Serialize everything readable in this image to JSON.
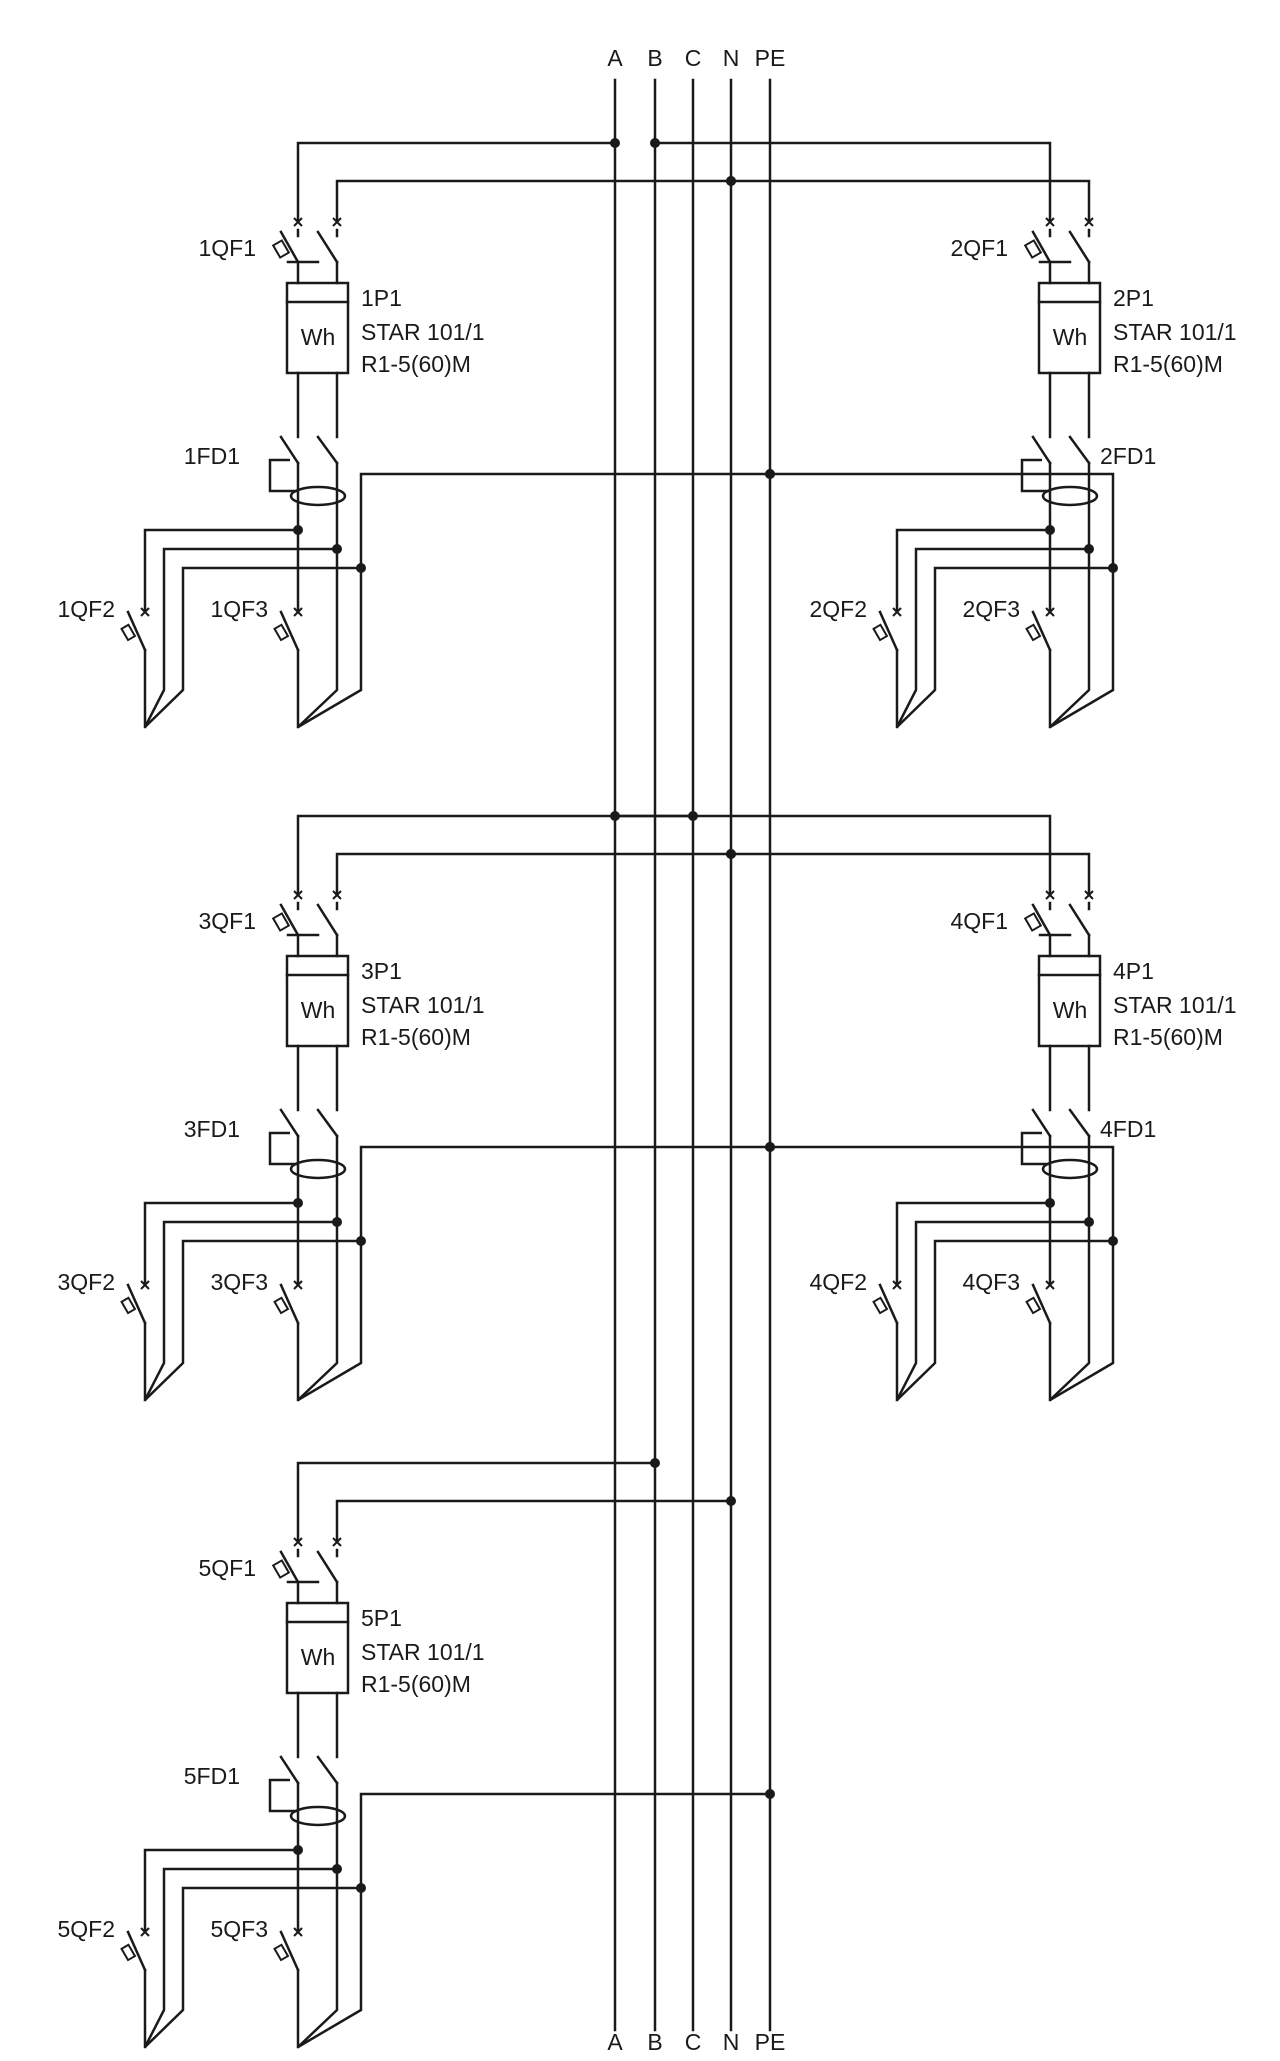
{
  "buses": [
    {
      "id": "A",
      "label": "A"
    },
    {
      "id": "B",
      "label": "B"
    },
    {
      "id": "C",
      "label": "C"
    },
    {
      "id": "N",
      "label": "N"
    },
    {
      "id": "PE",
      "label": "PE"
    }
  ],
  "panels": [
    {
      "id": "1",
      "phase": "A",
      "qf1": "1QF1",
      "meter_tag": "1P1",
      "meter_symbol": "Wh",
      "meter_model": "STAR 101/1",
      "meter_rating": "R1-5(60)M",
      "rcd": "1FD1",
      "qf2": "1QF2",
      "qf3": "1QF3"
    },
    {
      "id": "2",
      "phase": "B",
      "qf1": "2QF1",
      "meter_tag": "2P1",
      "meter_symbol": "Wh",
      "meter_model": "STAR 101/1",
      "meter_rating": "R1-5(60)M",
      "rcd": "2FD1",
      "qf2": "2QF2",
      "qf3": "2QF3"
    },
    {
      "id": "3",
      "phase": "C",
      "qf1": "3QF1",
      "meter_tag": "3P1",
      "meter_symbol": "Wh",
      "meter_model": "STAR 101/1",
      "meter_rating": "R1-5(60)M",
      "rcd": "3FD1",
      "qf2": "3QF2",
      "qf3": "3QF3"
    },
    {
      "id": "4",
      "phase": "A",
      "qf1": "4QF1",
      "meter_tag": "4P1",
      "meter_symbol": "Wh",
      "meter_model": "STAR 101/1",
      "meter_rating": "R1-5(60)M",
      "rcd": "4FD1",
      "qf2": "4QF2",
      "qf3": "4QF3"
    },
    {
      "id": "5",
      "phase": "B",
      "qf1": "5QF1",
      "meter_tag": "5P1",
      "meter_symbol": "Wh",
      "meter_model": "STAR 101/1",
      "meter_rating": "R1-5(60)M",
      "rcd": "5FD1",
      "qf2": "5QF2",
      "qf3": "5QF3"
    }
  ],
  "colors": {
    "line": "#1a1a1a",
    "background": "#ffffff"
  }
}
